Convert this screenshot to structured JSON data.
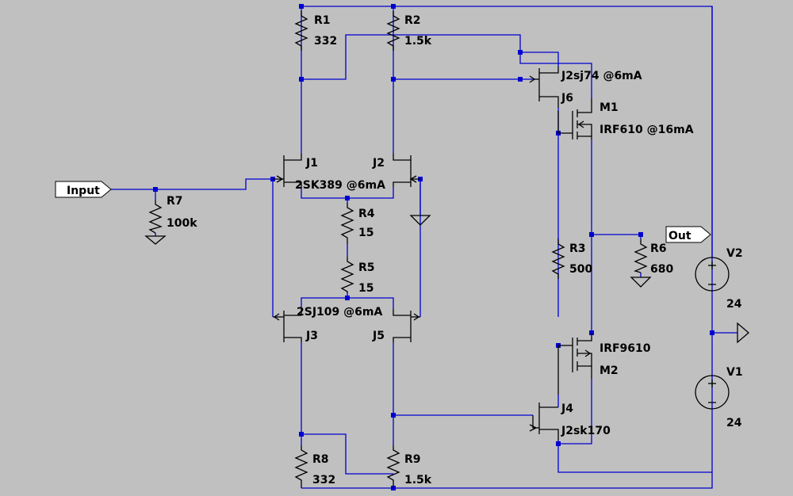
{
  "ports": {
    "input": "Input",
    "output": "Out"
  },
  "components": {
    "R1": {
      "name": "R1",
      "value": "332"
    },
    "R2": {
      "name": "R2",
      "value": "1.5k"
    },
    "R3": {
      "name": "R3",
      "value": "500"
    },
    "R4": {
      "name": "R4",
      "value": "15"
    },
    "R5": {
      "name": "R5",
      "value": "15"
    },
    "R6": {
      "name": "R6",
      "value": "680"
    },
    "R7": {
      "name": "R7",
      "value": "100k"
    },
    "R8": {
      "name": "R8",
      "value": "332"
    },
    "R9": {
      "name": "R9",
      "value": "1.5k"
    },
    "J1": {
      "name": "J1"
    },
    "J2": {
      "name": "J2"
    },
    "J3": {
      "name": "J3"
    },
    "J4": {
      "name": "J4",
      "value": "J2sk170"
    },
    "J5": {
      "name": "J5"
    },
    "J6": {
      "name": "J6",
      "value": "J2sj74 @6mA"
    },
    "M1": {
      "name": "M1",
      "value": "IRF610 @16mA"
    },
    "M2": {
      "name": "M2",
      "value": "IRF9610"
    },
    "V1": {
      "name": "V1",
      "value": "24"
    },
    "V2": {
      "name": "V2",
      "value": "24"
    },
    "pair_top": "2SK389 @6mA",
    "pair_bottom": "2SJ109 @6mA"
  },
  "colors": {
    "background": "#c0c0c0",
    "wire": "#0000d0",
    "component": "#000000"
  }
}
